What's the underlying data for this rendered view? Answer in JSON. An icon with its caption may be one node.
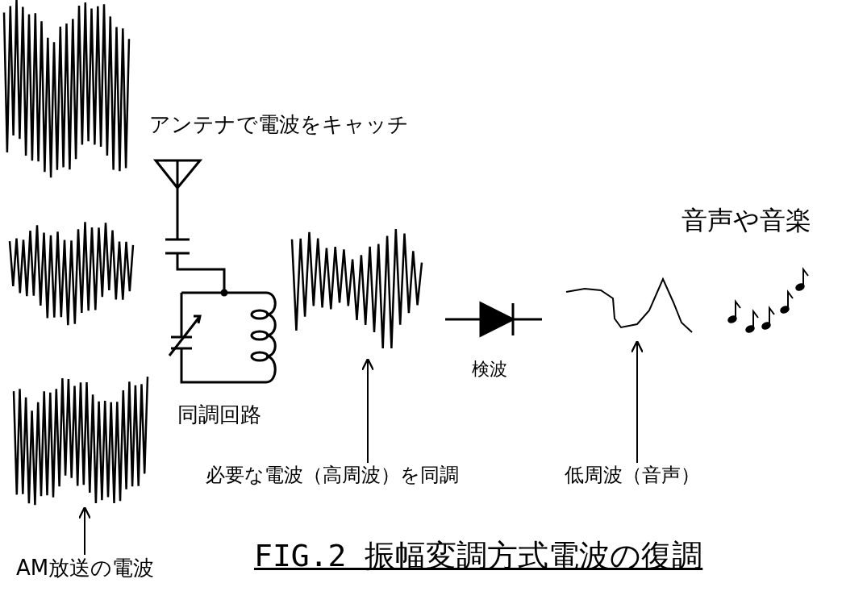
{
  "diagram": {
    "title": "FIG.2 振幅変調方式電波の復調",
    "nodes": [
      {
        "text": [
          "AM放送の電波"
        ]
      },
      {
        "text": [],
        "shape": "wave"
      },
      {
        "text": [
          "必要な電波（高周波）を同調"
        ]
      },
      {
        "text": [],
        "shape": "wave"
      },
      {
        "text": [
          "低周波（音声）"
        ]
      },
      {
        "text": [],
        "shape": "wave"
      }
    ],
    "edges": [
      {
        "from": 0,
        "to": 1,
        "arrow": "to"
      },
      {
        "from": 2,
        "to": 3,
        "arrow": "to"
      },
      {
        "from": 4,
        "to": 5,
        "arrow": "to"
      }
    ],
    "labels": [
      "アンテナで電波をキャッチ",
      "同調回路",
      "検波",
      "音声や音楽"
    ]
  }
}
